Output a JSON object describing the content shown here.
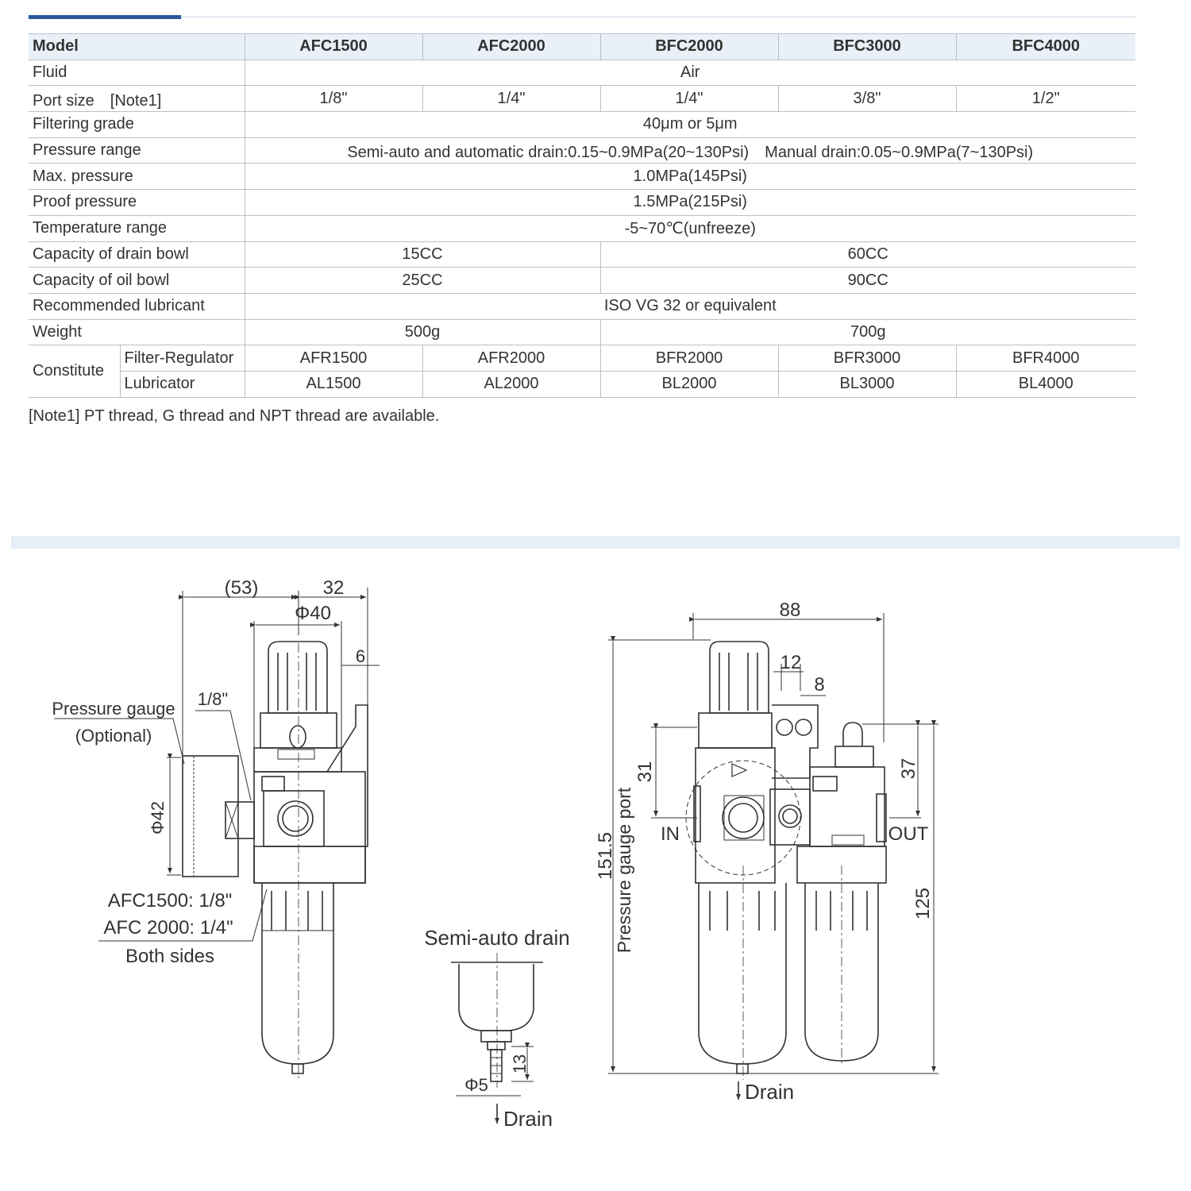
{
  "colors": {
    "accent": "#2a5a9a",
    "header_bg": "#eaf0f7",
    "rule": "#b9c0c8"
  },
  "table": {
    "header": {
      "label": "Model",
      "models": [
        "AFC1500",
        "AFC2000",
        "BFC2000",
        "BFC3000",
        "BFC4000"
      ]
    },
    "rows": {
      "fluid": {
        "label": "Fluid",
        "value": "Air"
      },
      "port": {
        "label": "Port size　[Note1]",
        "values": [
          "1/8\"",
          "1/4\"",
          "1/4\"",
          "3/8\"",
          "1/2\""
        ]
      },
      "filtering": {
        "label": "Filtering grade",
        "value": "40μm or 5μm"
      },
      "pressure_range": {
        "label": "Pressure range",
        "value": "Semi-auto and automatic drain:0.15~0.9MPa(20~130Psi)　Manual drain:0.05~0.9MPa(7~130Psi)"
      },
      "max_pressure": {
        "label": "Max. pressure",
        "value": "1.0MPa(145Psi)"
      },
      "proof_pressure": {
        "label": "Proof pressure",
        "value": "1.5MPa(215Psi)"
      },
      "temperature": {
        "label": "Temperature range",
        "value": "-5~70℃(unfreeze)"
      },
      "drain_bowl": {
        "label": "Capacity of drain bowl",
        "values": [
          "15CC",
          "60CC"
        ]
      },
      "oil_bowl": {
        "label": "Capacity of oil bowl",
        "values": [
          "25CC",
          "90CC"
        ]
      },
      "lubricant": {
        "label": "Recommended lubricant",
        "value": "ISO VG 32 or equivalent"
      },
      "weight": {
        "label": "Weight",
        "values": [
          "500g",
          "700g"
        ]
      },
      "constitute": {
        "label": "Constitute",
        "filter_regulator": {
          "label": "Filter-Regulator",
          "values": [
            "AFR1500",
            "AFR2000",
            "BFR2000",
            "BFR3000",
            "BFR4000"
          ]
        },
        "lubricator": {
          "label": "Lubricator",
          "values": [
            "AL1500",
            "AL2000",
            "BL2000",
            "BL3000",
            "BL4000"
          ]
        }
      }
    }
  },
  "note": "[Note1]  PT thread, G thread and NPT thread are available.",
  "drawing_left": {
    "dim_53": "(53)",
    "dim_32": "32",
    "dim_40": "Φ40",
    "dim_6": "6",
    "dim_42": "Φ42",
    "gauge_port": "1/8\"",
    "gauge_label_1": "Pressure gauge",
    "gauge_label_2": "(Optional)",
    "port_label_1": "AFC1500: 1/8\"",
    "port_label_2": "AFC 2000: 1/4\"",
    "port_label_3": "Both sides"
  },
  "drawing_drain": {
    "title": "Semi-auto drain",
    "dim_5": "Φ5",
    "dim_13": "13",
    "drain": "Drain"
  },
  "drawing_right": {
    "dim_88": "88",
    "dim_12": "12",
    "dim_8": "8",
    "dim_31": "31",
    "dim_37": "37",
    "dim_151": "151.5",
    "dim_125": "125",
    "gauge_port": "Pressure gauge port",
    "in": "IN",
    "out": "OUT",
    "drain": "Drain"
  }
}
